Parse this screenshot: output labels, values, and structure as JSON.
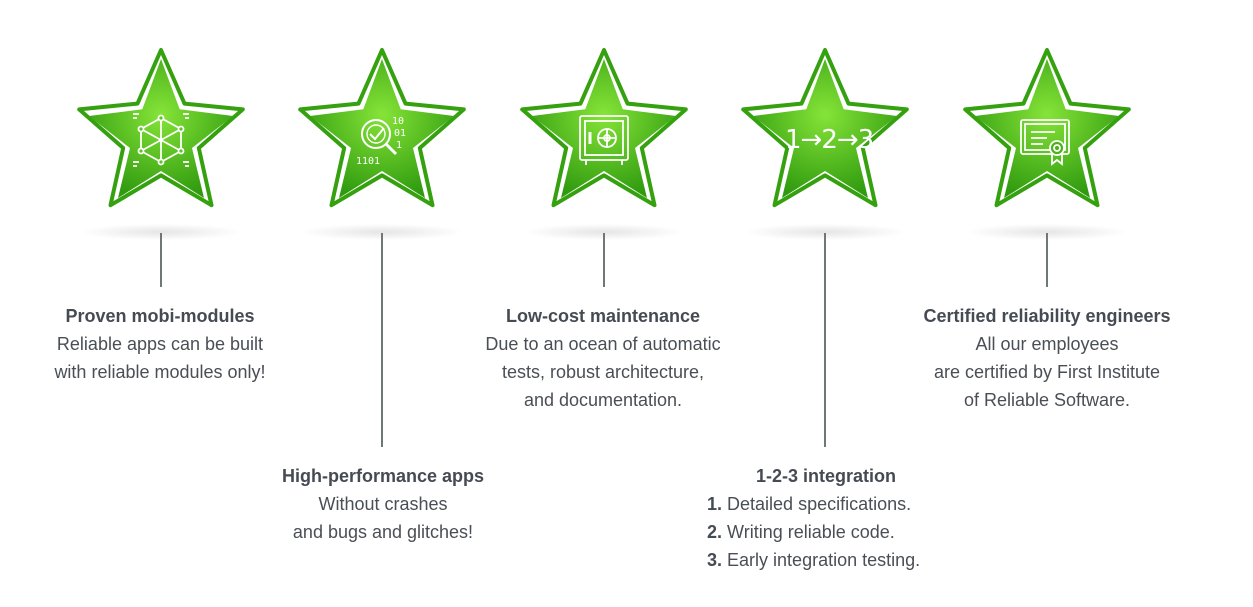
{
  "features": [
    {
      "title": "Proven mobi-modules",
      "lines": [
        "Reliable apps can be built",
        "with reliable modules only!"
      ],
      "icon": "network-cube-icon"
    },
    {
      "title": "High-performance apps",
      "lines": [
        "Without crashes",
        "and bugs and glitches!"
      ],
      "icon": "binary-magnifier-check-icon"
    },
    {
      "title": "Low-cost maintenance",
      "lines": [
        "Due to an ocean of automatic",
        "tests, robust architecture,",
        "and documentation."
      ],
      "icon": "safe-icon"
    },
    {
      "title": "1-2-3 integration",
      "icon": "one-two-three-icon",
      "icon_text": "1→2→3",
      "list": [
        {
          "num": "1.",
          "text": "Detailed specifications."
        },
        {
          "num": "2.",
          "text": "Writing reliable code."
        },
        {
          "num": "3.",
          "text": "Early integration testing."
        }
      ]
    },
    {
      "title": "Certified reliability engineers",
      "lines": [
        "All our employees",
        "are certified by First Institute",
        "of Reliable Software."
      ],
      "icon": "certificate-icon"
    }
  ],
  "colors": {
    "star_light": "#7fe033",
    "star_dark": "#2f9a0f",
    "star_outline": "#35a10f",
    "connector": "#6f7872",
    "text": "#4a4f55"
  }
}
